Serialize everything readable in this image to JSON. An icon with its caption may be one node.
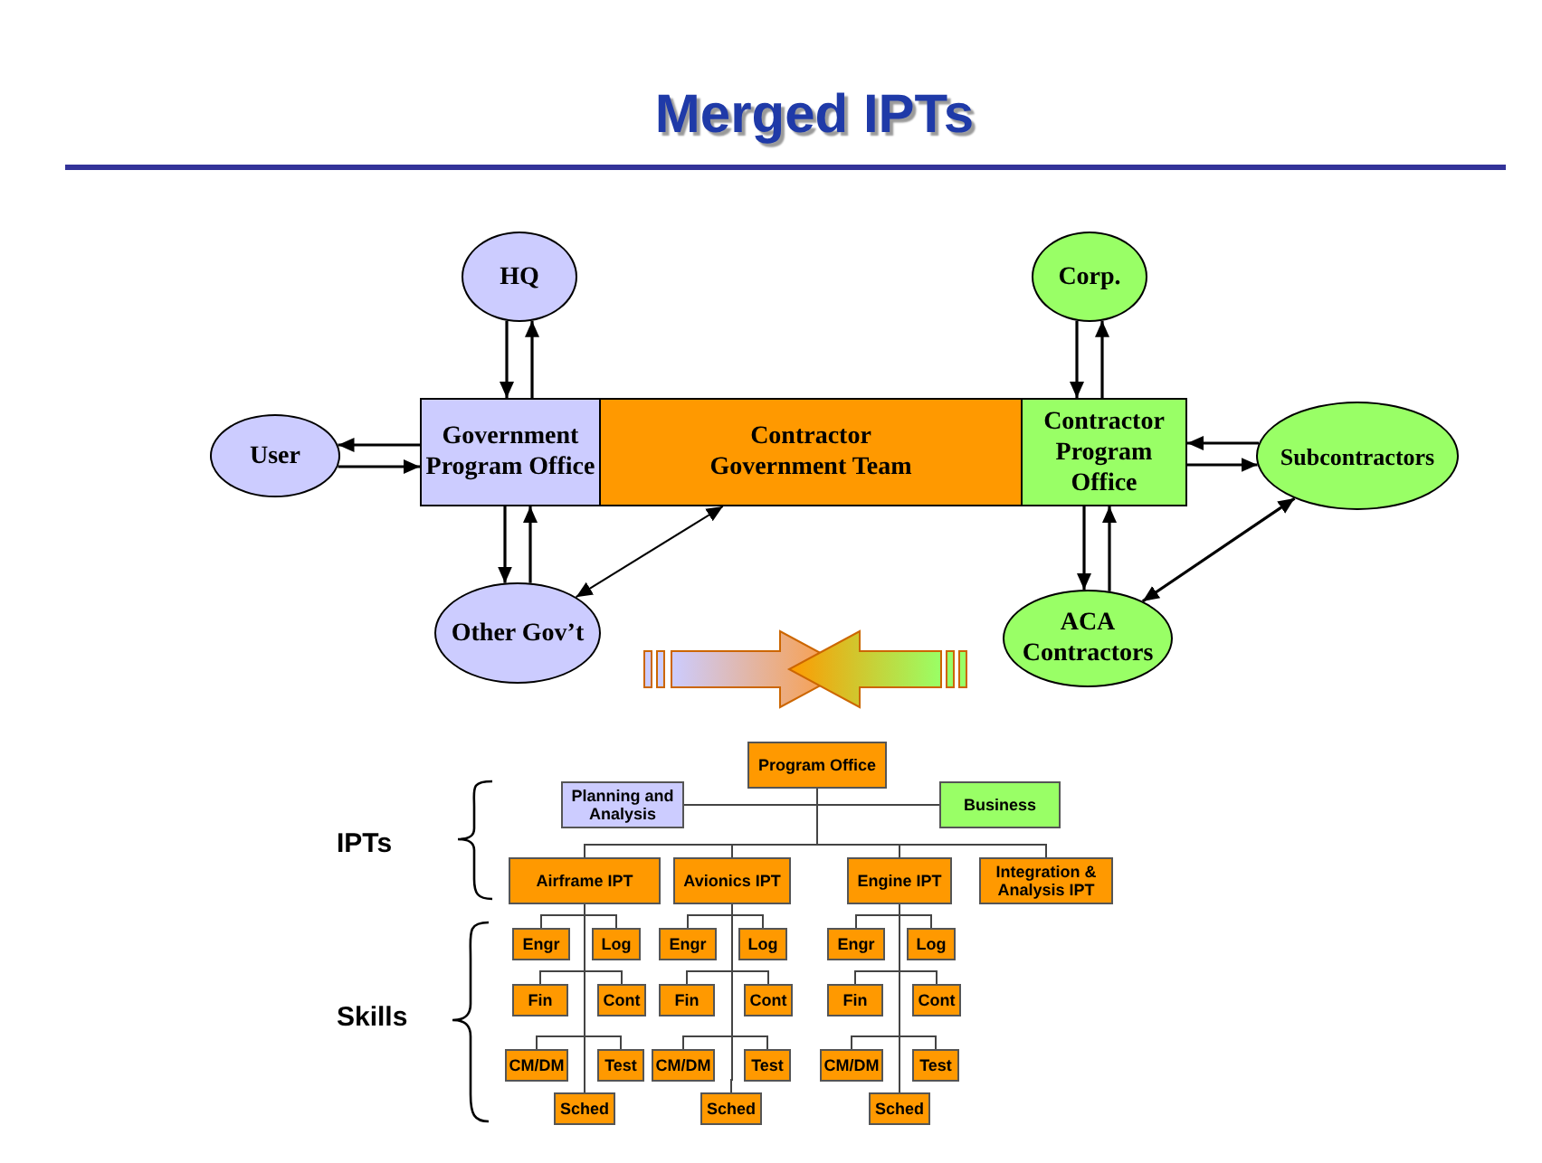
{
  "diagram": {
    "title": "Merged IPTs",
    "nodes": [
      {
        "text": [
          "HQ"
        ]
      },
      {
        "text": [
          "Corp."
        ]
      },
      {
        "text": [
          "User"
        ]
      },
      {
        "text": [
          "Government Program Office"
        ]
      },
      {
        "text": [
          "Contractor",
          "Government Team"
        ]
      },
      {
        "text": [
          "Contractor Program Office"
        ]
      },
      {
        "text": [
          "Subcontractors"
        ]
      },
      {
        "text": [
          "Other Gov’t"
        ]
      },
      {
        "text": [
          "ACA Contractors"
        ]
      },
      {
        "text": [
          "Program Office"
        ]
      },
      {
        "text": [
          "Planning and Analysis"
        ]
      },
      {
        "text": [
          "Business"
        ]
      },
      {
        "text": [
          "Airframe IPT"
        ]
      },
      {
        "text": [
          "Avionics IPT"
        ]
      },
      {
        "text": [
          "Engine IPT"
        ]
      },
      {
        "text": [
          "Integration & Analysis IPT"
        ]
      },
      {
        "text": [
          "Engr"
        ]
      },
      {
        "text": [
          "Log"
        ]
      },
      {
        "text": [
          "Fin"
        ]
      },
      {
        "text": [
          "Cont"
        ]
      },
      {
        "text": [
          "CM/DM"
        ]
      },
      {
        "text": [
          "Test"
        ]
      },
      {
        "text": [
          "Sched"
        ]
      },
      {
        "text": [
          "Engr"
        ]
      },
      {
        "text": [
          "Log"
        ]
      },
      {
        "text": [
          "Fin"
        ]
      },
      {
        "text": [
          "Cont"
        ]
      },
      {
        "text": [
          "CM/DM"
        ]
      },
      {
        "text": [
          "Test"
        ]
      },
      {
        "text": [
          "Sched"
        ]
      },
      {
        "text": [
          "Engr"
        ]
      },
      {
        "text": [
          "Log"
        ]
      },
      {
        "text": [
          "Fin"
        ]
      },
      {
        "text": [
          "Cont"
        ]
      },
      {
        "text": [
          "CM/DM"
        ]
      },
      {
        "text": [
          "Test"
        ]
      },
      {
        "text": [
          "Sched"
        ]
      }
    ],
    "edges": [
      {
        "from": 0,
        "to": 3,
        "arrow": "to"
      },
      {
        "from": 3,
        "to": 0,
        "arrow": "to"
      },
      {
        "from": 3,
        "to": 2,
        "arrow": "to"
      },
      {
        "from": 2,
        "to": 3,
        "arrow": "to"
      },
      {
        "from": 3,
        "to": 7,
        "arrow": "to"
      },
      {
        "from": 7,
        "to": 3,
        "arrow": "to"
      },
      {
        "from": 7,
        "to": 4,
        "arrow": "both"
      },
      {
        "from": 1,
        "to": 5,
        "arrow": "to"
      },
      {
        "from": 5,
        "to": 1,
        "arrow": "to"
      },
      {
        "from": 6,
        "to": 5,
        "arrow": "to"
      },
      {
        "from": 5,
        "to": 6,
        "arrow": "to"
      },
      {
        "from": 5,
        "to": 8,
        "arrow": "to"
      },
      {
        "from": 8,
        "to": 5,
        "arrow": "to"
      },
      {
        "from": 6,
        "to": 8,
        "arrow": "both"
      },
      {
        "from": 9,
        "to": 10,
        "arrow": "none"
      },
      {
        "from": 9,
        "to": 11,
        "arrow": "none"
      },
      {
        "from": 9,
        "to": 12,
        "arrow": "none"
      },
      {
        "from": 9,
        "to": 13,
        "arrow": "none"
      },
      {
        "from": 9,
        "to": 14,
        "arrow": "none"
      },
      {
        "from": 9,
        "to": 15,
        "arrow": "none"
      },
      {
        "from": 12,
        "to": 16,
        "arrow": "none"
      },
      {
        "from": 12,
        "to": 17,
        "arrow": "none"
      },
      {
        "from": 12,
        "to": 18,
        "arrow": "none"
      },
      {
        "from": 12,
        "to": 19,
        "arrow": "none"
      },
      {
        "from": 12,
        "to": 20,
        "arrow": "none"
      },
      {
        "from": 12,
        "to": 21,
        "arrow": "none"
      },
      {
        "from": 12,
        "to": 22,
        "arrow": "none"
      },
      {
        "from": 13,
        "to": 23,
        "arrow": "none"
      },
      {
        "from": 13,
        "to": 24,
        "arrow": "none"
      },
      {
        "from": 13,
        "to": 25,
        "arrow": "none"
      },
      {
        "from": 13,
        "to": 26,
        "arrow": "none"
      },
      {
        "from": 13,
        "to": 27,
        "arrow": "none"
      },
      {
        "from": 13,
        "to": 28,
        "arrow": "none"
      },
      {
        "from": 13,
        "to": 29,
        "arrow": "none"
      },
      {
        "from": 14,
        "to": 30,
        "arrow": "none"
      },
      {
        "from": 14,
        "to": 31,
        "arrow": "none"
      },
      {
        "from": 14,
        "to": 32,
        "arrow": "none"
      },
      {
        "from": 14,
        "to": 33,
        "arrow": "none"
      },
      {
        "from": 14,
        "to": 34,
        "arrow": "none"
      },
      {
        "from": 14,
        "to": 35,
        "arrow": "none"
      },
      {
        "from": 14,
        "to": 36,
        "arrow": "none"
      }
    ],
    "labels": [
      "IPTs",
      "Skills"
    ]
  }
}
